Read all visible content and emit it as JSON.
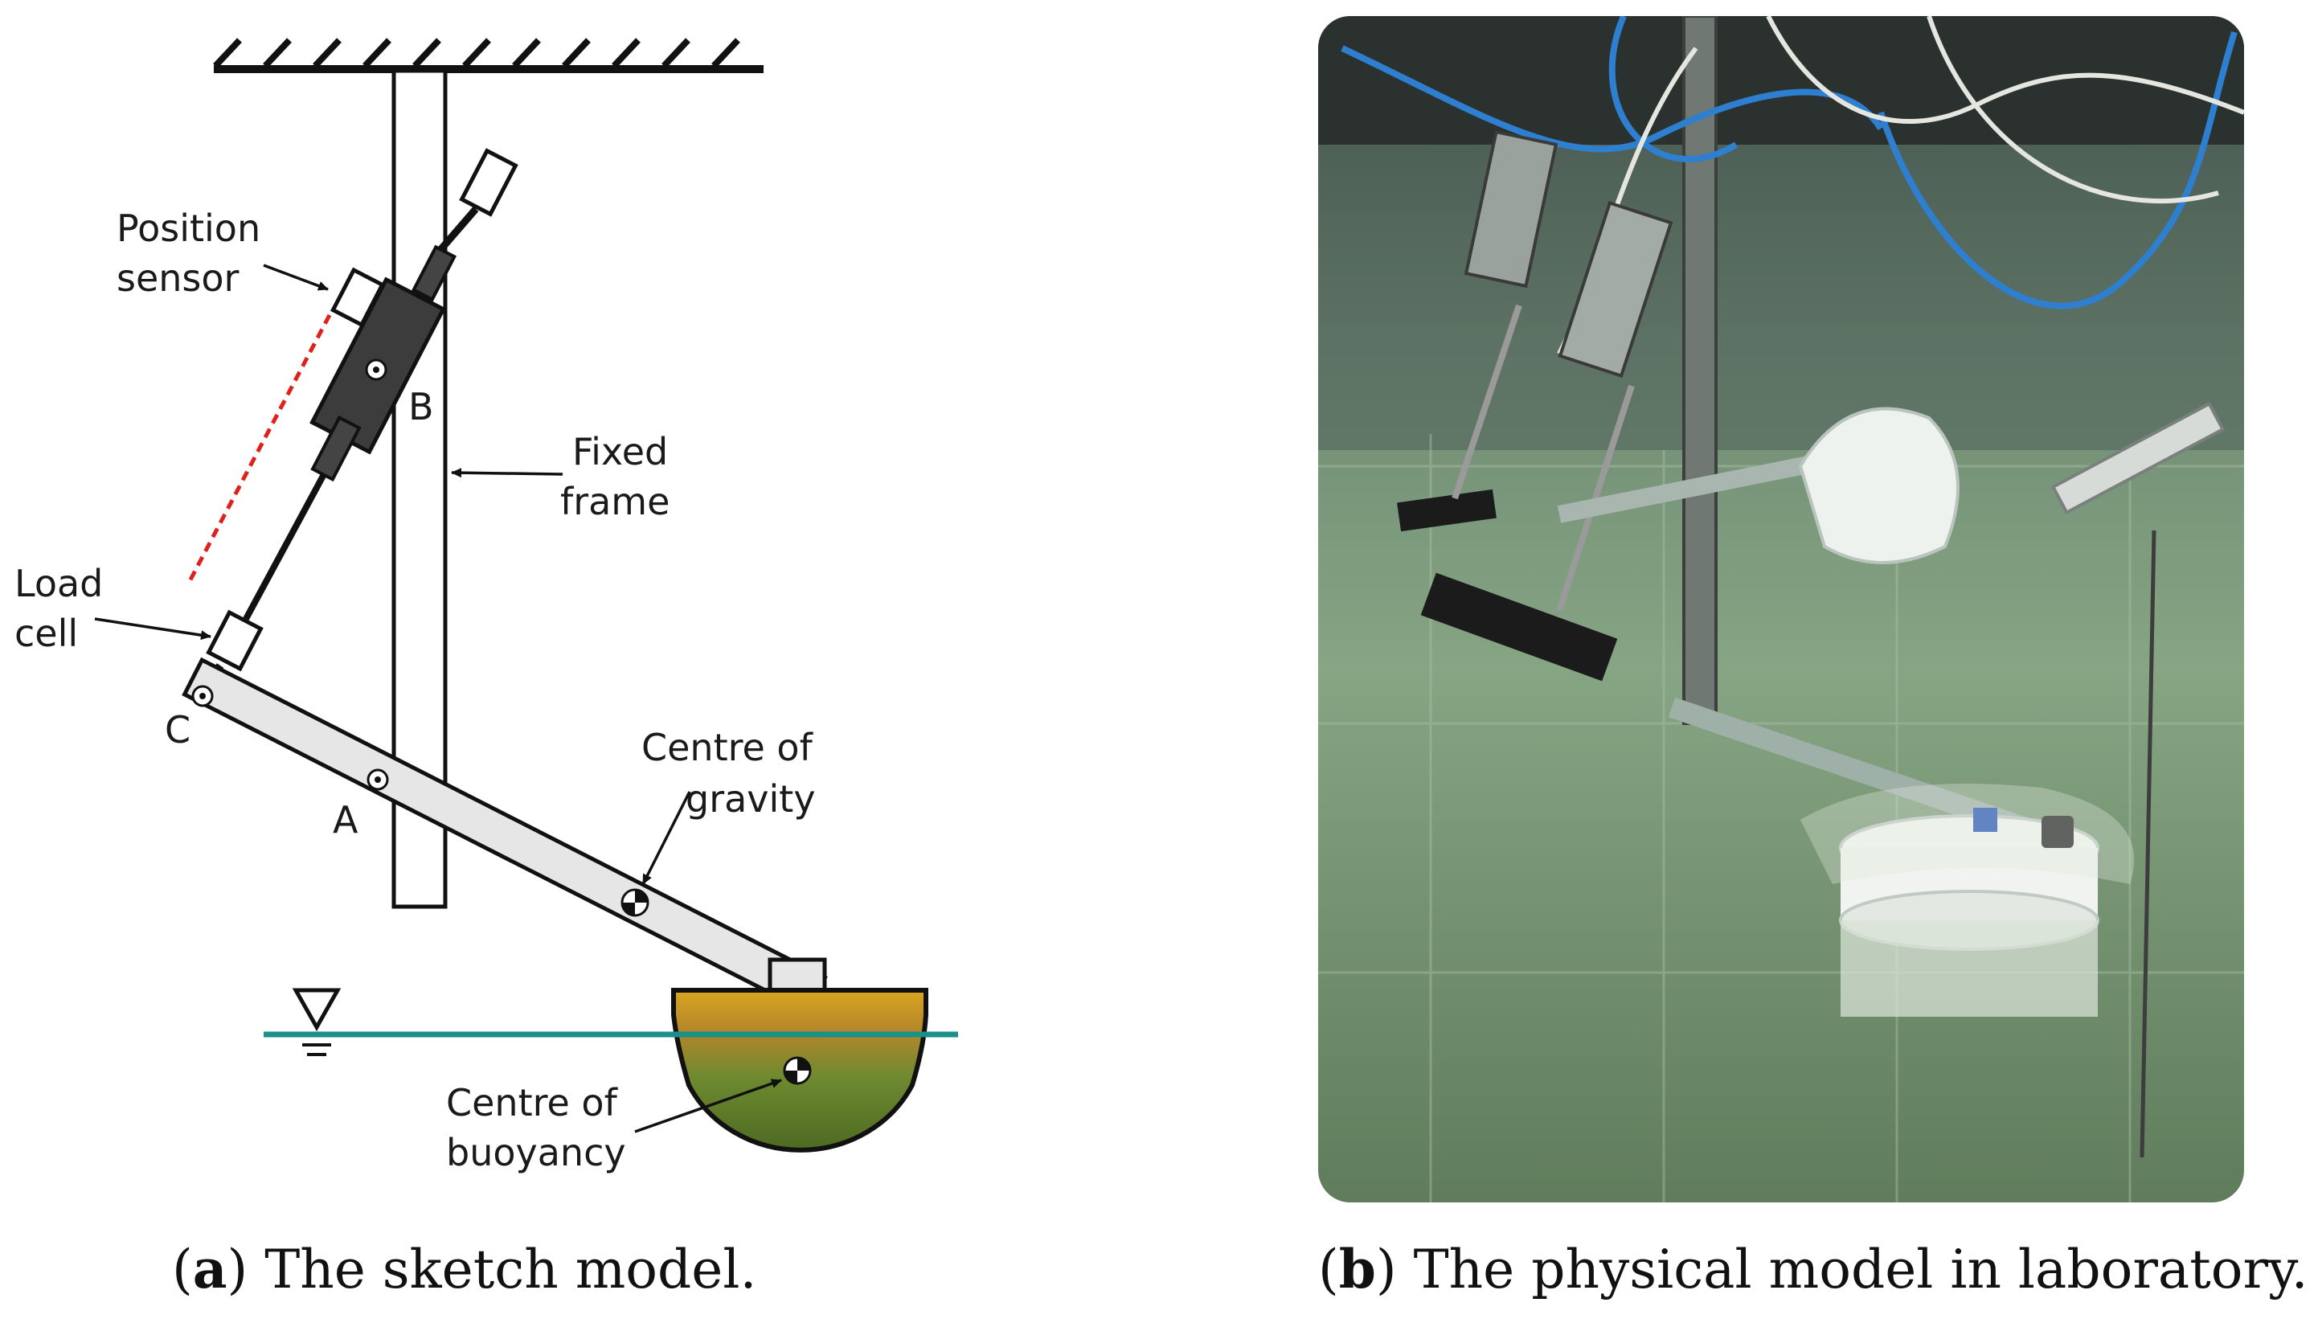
{
  "figure": {
    "sketch": {
      "labels": {
        "position_sensor_1": "Position",
        "position_sensor_2": "sensor",
        "fixed_frame_1": "Fixed",
        "fixed_frame_2": "frame",
        "load_cell_1": "Load",
        "load_cell_2": "cell",
        "centre_gravity_1": "Centre of",
        "centre_gravity_2": "gravity",
        "centre_buoyancy_1": "Centre of",
        "centre_buoyancy_2": "buoyancy",
        "point_a": "A",
        "point_b": "B",
        "point_c": "C"
      }
    },
    "captions": {
      "a_letter": "a",
      "a_text": " The sketch model.",
      "b_letter": "b",
      "b_text": " The physical model in laboratory."
    },
    "colors": {
      "water_line": "#1b8f8a",
      "sensor_line": "#e0201b",
      "buoy_top": "#d9a520",
      "buoy_bottom": "#5e7d2c",
      "tank_water": "#7d9e7a"
    }
  }
}
